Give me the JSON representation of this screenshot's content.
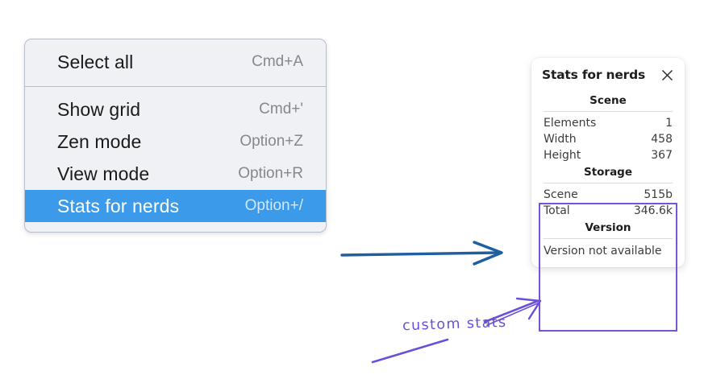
{
  "context_menu": {
    "groups": [
      {
        "name": "group-top",
        "items": [
          {
            "label": "Select all",
            "shortcut": "Cmd+A",
            "selected": false
          }
        ]
      },
      {
        "name": "group-bottom",
        "items": [
          {
            "label": "Show grid",
            "shortcut": "Cmd+'",
            "selected": false
          },
          {
            "label": "Zen mode",
            "shortcut": "Option+Z",
            "selected": false
          },
          {
            "label": "View mode",
            "shortcut": "Option+R",
            "selected": false
          },
          {
            "label": "Stats for nerds",
            "shortcut": "Option+/",
            "selected": true
          }
        ]
      }
    ],
    "colors": {
      "selection": "#3b9bea",
      "background": "#f0f1f4",
      "border": "#b9bfc9",
      "label": "#1b1b1b",
      "shortcut": "#84888f"
    }
  },
  "stats_panel": {
    "title": "Stats for nerds",
    "close_icon": "close-icon",
    "sections": [
      {
        "heading": "Scene",
        "rows": [
          {
            "key": "Elements",
            "value": "1"
          },
          {
            "key": "Width",
            "value": "458"
          },
          {
            "key": "Height",
            "value": "367"
          }
        ]
      },
      {
        "heading": "Storage",
        "rows": [
          {
            "key": "Scene",
            "value": "515b"
          },
          {
            "key": "Total",
            "value": "346.6k"
          }
        ]
      },
      {
        "heading": "Version",
        "note": "Version not available",
        "rows": []
      }
    ]
  },
  "annotations": {
    "custom_stats_label": "custom stats",
    "colors": {
      "purple": "#6b4fd8",
      "highlight_rect": "#7a52d6",
      "blue_arrow": "#1f5fa0"
    }
  }
}
